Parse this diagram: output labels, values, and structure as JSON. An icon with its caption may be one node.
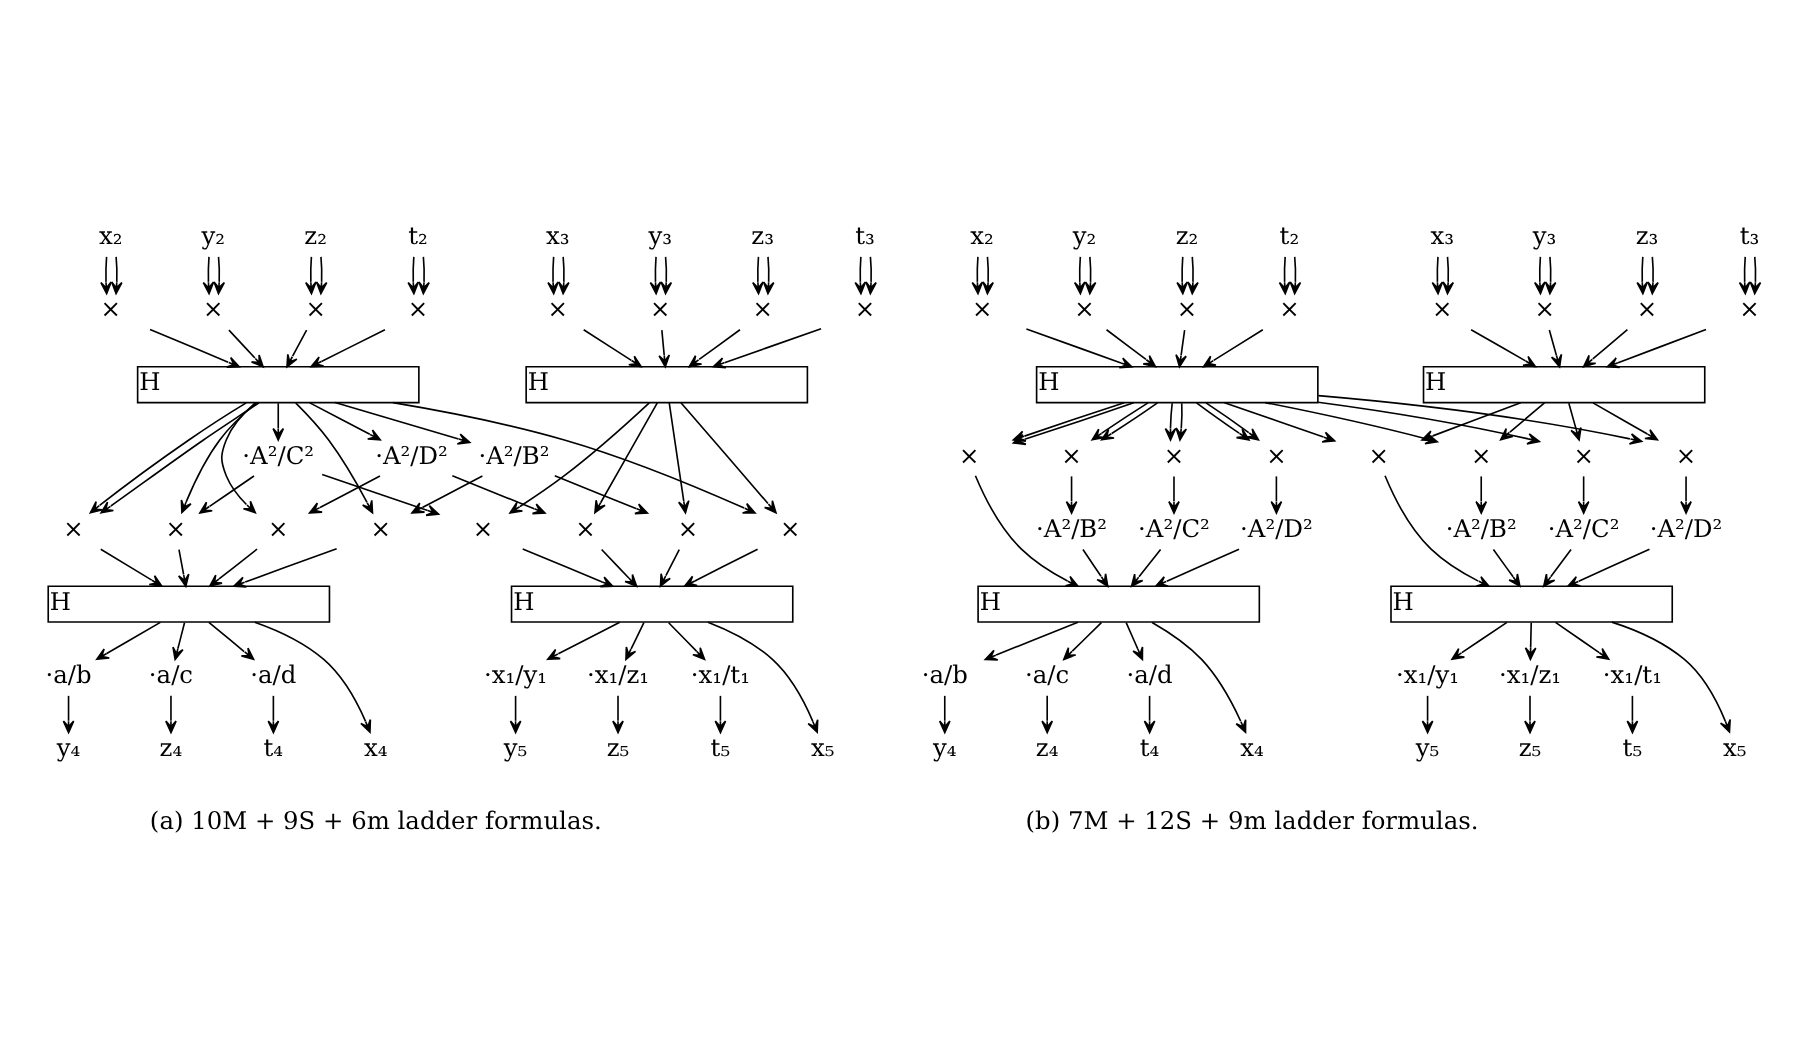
{
  "diagram": {
    "nodes": [
      {
        "text": [
          "x₂"
        ]
      },
      {
        "text": [
          "y₂"
        ]
      },
      {
        "text": [
          "z₂"
        ]
      },
      {
        "text": [
          "t₂"
        ]
      },
      {
        "text": [
          "x₃"
        ]
      },
      {
        "text": [
          "y₃"
        ]
      },
      {
        "text": [
          "z₃"
        ]
      },
      {
        "text": [
          "t₃"
        ]
      },
      {
        "text": [
          "×"
        ]
      },
      {
        "text": [
          "×"
        ]
      },
      {
        "text": [
          "×"
        ]
      },
      {
        "text": [
          "×"
        ]
      },
      {
        "text": [
          "×"
        ]
      },
      {
        "text": [
          "×"
        ]
      },
      {
        "text": [
          "×"
        ]
      },
      {
        "text": [
          "×"
        ]
      },
      {
        "text": [
          "H"
        ]
      },
      {
        "text": [
          "H"
        ]
      },
      {
        "text": [
          "·A²/B²"
        ]
      },
      {
        "text": [
          "·A²/C²"
        ]
      },
      {
        "text": [
          "·A²/D²"
        ]
      },
      {
        "text": [
          "×"
        ]
      },
      {
        "text": [
          "×"
        ]
      },
      {
        "text": [
          "×"
        ]
      },
      {
        "text": [
          "×"
        ]
      },
      {
        "text": [
          "×"
        ]
      },
      {
        "text": [
          "×"
        ]
      },
      {
        "text": [
          "×"
        ]
      },
      {
        "text": [
          "×"
        ]
      },
      {
        "text": [
          "H"
        ]
      },
      {
        "text": [
          "H"
        ]
      },
      {
        "text": [
          "·a/b"
        ]
      },
      {
        "text": [
          "·a/c"
        ]
      },
      {
        "text": [
          "·a/d"
        ]
      },
      {
        "text": [
          "·x₁/y₁"
        ]
      },
      {
        "text": [
          "·x₁/z₁"
        ]
      },
      {
        "text": [
          "·x₁/t₁"
        ]
      },
      {
        "text": [
          "x₄"
        ]
      },
      {
        "text": [
          "y₄"
        ]
      },
      {
        "text": [
          "z₄"
        ]
      },
      {
        "text": [
          "t₄"
        ]
      },
      {
        "text": [
          "x₅"
        ]
      },
      {
        "text": [
          "y₅"
        ]
      },
      {
        "text": [
          "z₅"
        ]
      },
      {
        "text": [
          "t₅"
        ]
      },
      {
        "text": [
          "x₂"
        ]
      },
      {
        "text": [
          "y₂"
        ]
      },
      {
        "text": [
          "z₂"
        ]
      },
      {
        "text": [
          "t₂"
        ]
      },
      {
        "text": [
          "x₃"
        ]
      },
      {
        "text": [
          "y₃"
        ]
      },
      {
        "text": [
          "z₃"
        ]
      },
      {
        "text": [
          "t₃"
        ]
      },
      {
        "text": [
          "×"
        ]
      },
      {
        "text": [
          "×"
        ]
      },
      {
        "text": [
          "×"
        ]
      },
      {
        "text": [
          "×"
        ]
      },
      {
        "text": [
          "×"
        ]
      },
      {
        "text": [
          "×"
        ]
      },
      {
        "text": [
          "×"
        ]
      },
      {
        "text": [
          "×"
        ]
      },
      {
        "text": [
          "H"
        ]
      },
      {
        "text": [
          "H"
        ]
      },
      {
        "text": [
          "×"
        ]
      },
      {
        "text": [
          "×"
        ]
      },
      {
        "text": [
          "×"
        ]
      },
      {
        "text": [
          "×"
        ]
      },
      {
        "text": [
          "×"
        ]
      },
      {
        "text": [
          "×"
        ]
      },
      {
        "text": [
          "×"
        ]
      },
      {
        "text": [
          "×"
        ]
      },
      {
        "text": [
          "·A²/B²"
        ]
      },
      {
        "text": [
          "·A²/C²"
        ]
      },
      {
        "text": [
          "·A²/D²"
        ]
      },
      {
        "text": [
          "·A²/B²"
        ]
      },
      {
        "text": [
          "·A²/C²"
        ]
      },
      {
        "text": [
          "·A²/D²"
        ]
      },
      {
        "text": [
          "H"
        ]
      },
      {
        "text": [
          "H"
        ]
      },
      {
        "text": [
          "·a/b"
        ]
      },
      {
        "text": [
          "·a/c"
        ]
      },
      {
        "text": [
          "·a/d"
        ]
      },
      {
        "text": [
          "·x₁/y₁"
        ]
      },
      {
        "text": [
          "·x₁/z₁"
        ]
      },
      {
        "text": [
          "·x₁/t₁"
        ]
      },
      {
        "text": [
          "x₄"
        ]
      },
      {
        "text": [
          "y₄"
        ]
      },
      {
        "text": [
          "z₄"
        ]
      },
      {
        "text": [
          "t₄"
        ]
      },
      {
        "text": [
          "x₅"
        ]
      },
      {
        "text": [
          "y₅"
        ]
      },
      {
        "text": [
          "z₅"
        ]
      },
      {
        "text": [
          "t₅"
        ]
      }
    ],
    "edges": [
      {
        "from": 0,
        "to": 8,
        "arrow": "to"
      },
      {
        "from": 0,
        "to": 8,
        "arrow": "to"
      },
      {
        "from": 1,
        "to": 9,
        "arrow": "to"
      },
      {
        "from": 1,
        "to": 9,
        "arrow": "to"
      },
      {
        "from": 2,
        "to": 10,
        "arrow": "to"
      },
      {
        "from": 2,
        "to": 10,
        "arrow": "to"
      },
      {
        "from": 3,
        "to": 11,
        "arrow": "to"
      },
      {
        "from": 3,
        "to": 11,
        "arrow": "to"
      },
      {
        "from": 4,
        "to": 12,
        "arrow": "to"
      },
      {
        "from": 4,
        "to": 12,
        "arrow": "to"
      },
      {
        "from": 5,
        "to": 13,
        "arrow": "to"
      },
      {
        "from": 5,
        "to": 13,
        "arrow": "to"
      },
      {
        "from": 6,
        "to": 14,
        "arrow": "to"
      },
      {
        "from": 6,
        "to": 14,
        "arrow": "to"
      },
      {
        "from": 7,
        "to": 15,
        "arrow": "to"
      },
      {
        "from": 7,
        "to": 15,
        "arrow": "to"
      },
      {
        "from": 8,
        "to": 16,
        "arrow": "to"
      },
      {
        "from": 9,
        "to": 16,
        "arrow": "to"
      },
      {
        "from": 10,
        "to": 16,
        "arrow": "to"
      },
      {
        "from": 11,
        "to": 16,
        "arrow": "to"
      },
      {
        "from": 12,
        "to": 17,
        "arrow": "to"
      },
      {
        "from": 13,
        "to": 17,
        "arrow": "to"
      },
      {
        "from": 14,
        "to": 17,
        "arrow": "to"
      },
      {
        "from": 15,
        "to": 17,
        "arrow": "to"
      },
      {
        "from": 16,
        "to": 21,
        "arrow": "to"
      },
      {
        "from": 16,
        "to": 18,
        "arrow": "to"
      },
      {
        "from": 16,
        "to": 19,
        "arrow": "to"
      },
      {
        "from": 16,
        "to": 20,
        "arrow": "to"
      },
      {
        "from": 18,
        "to": 22,
        "arrow": "to"
      },
      {
        "from": 19,
        "to": 23,
        "arrow": "to"
      },
      {
        "from": 20,
        "to": 24,
        "arrow": "to"
      },
      {
        "from": 16,
        "to": 21,
        "arrow": "to"
      },
      {
        "from": 16,
        "to": 22,
        "arrow": "to"
      },
      {
        "from": 16,
        "to": 23,
        "arrow": "to"
      },
      {
        "from": 16,
        "to": 24,
        "arrow": "to"
      },
      {
        "from": 16,
        "to": 25,
        "arrow": "to"
      },
      {
        "from": 18,
        "to": 26,
        "arrow": "to"
      },
      {
        "from": 19,
        "to": 27,
        "arrow": "to"
      },
      {
        "from": 20,
        "to": 28,
        "arrow": "to"
      },
      {
        "from": 17,
        "to": 25,
        "arrow": "to"
      },
      {
        "from": 17,
        "to": 26,
        "arrow": "to"
      },
      {
        "from": 17,
        "to": 27,
        "arrow": "to"
      },
      {
        "from": 17,
        "to": 28,
        "arrow": "to"
      },
      {
        "from": 21,
        "to": 29,
        "arrow": "to"
      },
      {
        "from": 22,
        "to": 29,
        "arrow": "to"
      },
      {
        "from": 23,
        "to": 29,
        "arrow": "to"
      },
      {
        "from": 24,
        "to": 29,
        "arrow": "to"
      },
      {
        "from": 25,
        "to": 30,
        "arrow": "to"
      },
      {
        "from": 26,
        "to": 30,
        "arrow": "to"
      },
      {
        "from": 27,
        "to": 30,
        "arrow": "to"
      },
      {
        "from": 28,
        "to": 30,
        "arrow": "to"
      },
      {
        "from": 29,
        "to": 37,
        "arrow": "to"
      },
      {
        "from": 29,
        "to": 31,
        "arrow": "to"
      },
      {
        "from": 29,
        "to": 32,
        "arrow": "to"
      },
      {
        "from": 29,
        "to": 33,
        "arrow": "to"
      },
      {
        "from": 31,
        "to": 38,
        "arrow": "to"
      },
      {
        "from": 32,
        "to": 39,
        "arrow": "to"
      },
      {
        "from": 33,
        "to": 40,
        "arrow": "to"
      },
      {
        "from": 30,
        "to": 41,
        "arrow": "to"
      },
      {
        "from": 30,
        "to": 34,
        "arrow": "to"
      },
      {
        "from": 30,
        "to": 35,
        "arrow": "to"
      },
      {
        "from": 30,
        "to": 36,
        "arrow": "to"
      },
      {
        "from": 34,
        "to": 42,
        "arrow": "to"
      },
      {
        "from": 35,
        "to": 43,
        "arrow": "to"
      },
      {
        "from": 36,
        "to": 44,
        "arrow": "to"
      },
      {
        "from": 45,
        "to": 53,
        "arrow": "to"
      },
      {
        "from": 45,
        "to": 53,
        "arrow": "to"
      },
      {
        "from": 46,
        "to": 54,
        "arrow": "to"
      },
      {
        "from": 46,
        "to": 54,
        "arrow": "to"
      },
      {
        "from": 47,
        "to": 55,
        "arrow": "to"
      },
      {
        "from": 47,
        "to": 55,
        "arrow": "to"
      },
      {
        "from": 48,
        "to": 56,
        "arrow": "to"
      },
      {
        "from": 48,
        "to": 56,
        "arrow": "to"
      },
      {
        "from": 49,
        "to": 57,
        "arrow": "to"
      },
      {
        "from": 49,
        "to": 57,
        "arrow": "to"
      },
      {
        "from": 50,
        "to": 58,
        "arrow": "to"
      },
      {
        "from": 50,
        "to": 58,
        "arrow": "to"
      },
      {
        "from": 51,
        "to": 59,
        "arrow": "to"
      },
      {
        "from": 51,
        "to": 59,
        "arrow": "to"
      },
      {
        "from": 52,
        "to": 60,
        "arrow": "to"
      },
      {
        "from": 52,
        "to": 60,
        "arrow": "to"
      },
      {
        "from": 53,
        "to": 61,
        "arrow": "to"
      },
      {
        "from": 54,
        "to": 61,
        "arrow": "to"
      },
      {
        "from": 55,
        "to": 61,
        "arrow": "to"
      },
      {
        "from": 56,
        "to": 61,
        "arrow": "to"
      },
      {
        "from": 57,
        "to": 62,
        "arrow": "to"
      },
      {
        "from": 58,
        "to": 62,
        "arrow": "to"
      },
      {
        "from": 59,
        "to": 62,
        "arrow": "to"
      },
      {
        "from": 60,
        "to": 62,
        "arrow": "to"
      },
      {
        "from": 61,
        "to": 63,
        "arrow": "to"
      },
      {
        "from": 61,
        "to": 63,
        "arrow": "to"
      },
      {
        "from": 61,
        "to": 64,
        "arrow": "to"
      },
      {
        "from": 61,
        "to": 64,
        "arrow": "to"
      },
      {
        "from": 61,
        "to": 65,
        "arrow": "to"
      },
      {
        "from": 61,
        "to": 65,
        "arrow": "to"
      },
      {
        "from": 61,
        "to": 66,
        "arrow": "to"
      },
      {
        "from": 61,
        "to": 66,
        "arrow": "to"
      },
      {
        "from": 62,
        "to": 67,
        "arrow": "to"
      },
      {
        "from": 62,
        "to": 68,
        "arrow": "to"
      },
      {
        "from": 62,
        "to": 69,
        "arrow": "to"
      },
      {
        "from": 62,
        "to": 70,
        "arrow": "to"
      },
      {
        "from": 61,
        "to": 67,
        "arrow": "to"
      },
      {
        "from": 61,
        "to": 68,
        "arrow": "to"
      },
      {
        "from": 61,
        "to": 69,
        "arrow": "to"
      },
      {
        "from": 61,
        "to": 70,
        "arrow": "to"
      },
      {
        "from": 63,
        "to": 77,
        "arrow": "to"
      },
      {
        "from": 64,
        "to": 71,
        "arrow": "to"
      },
      {
        "from": 65,
        "to": 72,
        "arrow": "to"
      },
      {
        "from": 66,
        "to": 73,
        "arrow": "to"
      },
      {
        "from": 71,
        "to": 77,
        "arrow": "to"
      },
      {
        "from": 72,
        "to": 77,
        "arrow": "to"
      },
      {
        "from": 73,
        "to": 77,
        "arrow": "to"
      },
      {
        "from": 67,
        "to": 78,
        "arrow": "to"
      },
      {
        "from": 68,
        "to": 74,
        "arrow": "to"
      },
      {
        "from": 69,
        "to": 75,
        "arrow": "to"
      },
      {
        "from": 70,
        "to": 76,
        "arrow": "to"
      },
      {
        "from": 74,
        "to": 78,
        "arrow": "to"
      },
      {
        "from": 75,
        "to": 78,
        "arrow": "to"
      },
      {
        "from": 76,
        "to": 78,
        "arrow": "to"
      },
      {
        "from": 77,
        "to": 85,
        "arrow": "to"
      },
      {
        "from": 77,
        "to": 79,
        "arrow": "to"
      },
      {
        "from": 77,
        "to": 80,
        "arrow": "to"
      },
      {
        "from": 77,
        "to": 81,
        "arrow": "to"
      },
      {
        "from": 79,
        "to": 86,
        "arrow": "to"
      },
      {
        "from": 80,
        "to": 87,
        "arrow": "to"
      },
      {
        "from": 81,
        "to": 88,
        "arrow": "to"
      },
      {
        "from": 78,
        "to": 89,
        "arrow": "to"
      },
      {
        "from": 78,
        "to": 82,
        "arrow": "to"
      },
      {
        "from": 78,
        "to": 83,
        "arrow": "to"
      },
      {
        "from": 78,
        "to": 84,
        "arrow": "to"
      },
      {
        "from": 82,
        "to": 90,
        "arrow": "to"
      },
      {
        "from": 83,
        "to": 91,
        "arrow": "to"
      },
      {
        "from": 84,
        "to": 92,
        "arrow": "to"
      }
    ],
    "labels": [
      "(a) 10M + 9S + 6m ladder formulas.",
      "(b) 7M + 12S + 9m ladder formulas."
    ]
  }
}
